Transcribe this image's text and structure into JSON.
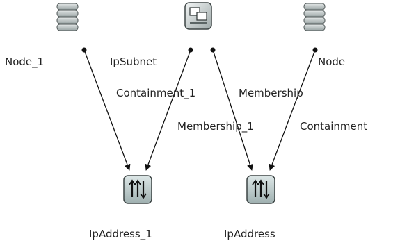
{
  "diagram": {
    "nodes": [
      {
        "id": "node_1",
        "label": "Node_1",
        "icon": "server-stack-icon"
      },
      {
        "id": "ipsubnet",
        "label": "IpSubnet",
        "icon": "network-subnet-icon"
      },
      {
        "id": "node",
        "label": "Node",
        "icon": "server-stack-icon"
      },
      {
        "id": "ipaddress_1",
        "label": "IpAddress_1",
        "icon": "ip-address-icon"
      },
      {
        "id": "ipaddress",
        "label": "IpAddress",
        "icon": "ip-address-icon"
      }
    ],
    "edges": [
      {
        "from": "node_1",
        "to": "ipaddress_1",
        "label": ""
      },
      {
        "from": "ipsubnet",
        "to": "ipaddress_1",
        "label": "Containment_1"
      },
      {
        "from": "ipsubnet",
        "to": "ipaddress",
        "label": "Membership_1"
      },
      {
        "from": "node",
        "to": "ipaddress",
        "label": "Membership"
      },
      {
        "from": "node",
        "to": "ipaddress",
        "label": "Containment"
      }
    ],
    "colors": {
      "edge": "#111111",
      "icon_fill": "#c9d2d2",
      "icon_border": "#3c4444",
      "label": "#222222"
    }
  }
}
